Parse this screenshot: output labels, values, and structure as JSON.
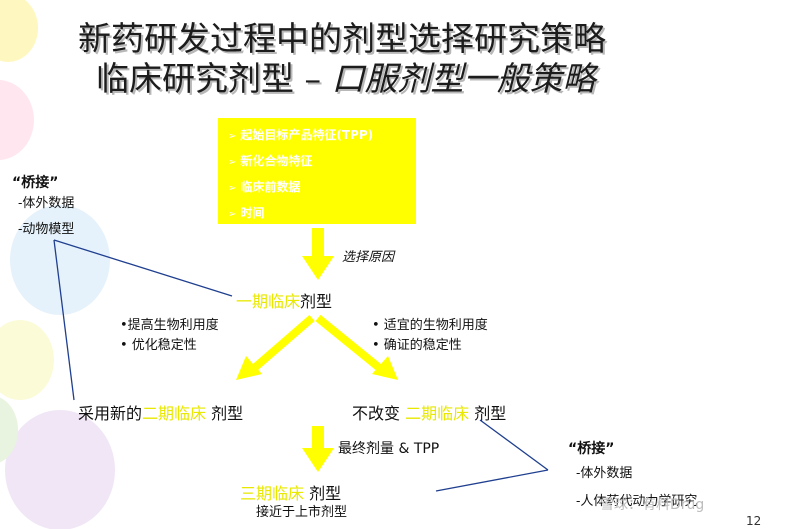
{
  "title": {
    "line1": "新药研发过程中的剂型选择研究策略",
    "line2_prefix": "临床研究剂型 – ",
    "line2_italic": "口服剂型一般策略"
  },
  "tpp_box": {
    "items": [
      "起始目标产品特征(TPP)",
      "新化合物特征",
      "临床前数据",
      "时间"
    ]
  },
  "arrow_label": "选择原因",
  "phase1": {
    "prefix": "一期临床",
    "suffix": "剂型"
  },
  "left_reasons": [
    "•提高生物利用度",
    "• 优化稳定性"
  ],
  "right_reasons": [
    "• 适宜的生物利用度",
    "• 确证的稳定性"
  ],
  "phase2_new": {
    "prefix": "采用新的",
    "highlight": "二期临床",
    "suffix": " 剂型"
  },
  "phase2_same": {
    "prefix": "不改变 ",
    "highlight": "二期临床",
    "suffix": " 剂型"
  },
  "final_label": "最终剂量 & TPP",
  "phase3": {
    "highlight": "三期临床",
    "suffix": " 剂型",
    "sub": "接近于上市剂型"
  },
  "bridge_left": {
    "title": "“桥接”",
    "items": [
      "-体外数据",
      "-动物模型"
    ]
  },
  "bridge_right": {
    "title": "“桥接”",
    "items": [
      "-体外数据",
      "-人体药代动力学研究"
    ]
  },
  "watermark": "雪球：有料Drug",
  "page_number": "12",
  "colors": {
    "highlight": "#ffff00",
    "text": "#111111"
  }
}
